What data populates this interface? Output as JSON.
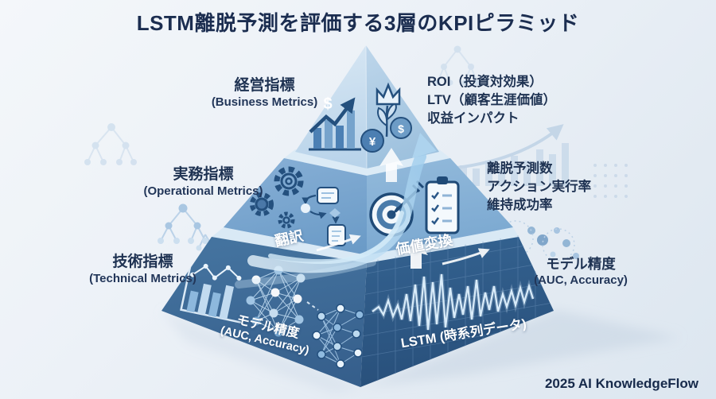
{
  "title": "LSTM離脱予測を評価する3層のKPIピラミッド",
  "footer": "2025 AI KnowledgeFlow",
  "colors": {
    "title_text": "#1b2d50",
    "label_text": "#1e3252",
    "top_layer": "#c3daed",
    "middle_layer": "#76a4ce",
    "bottom_layer_left": "#3d6c9e",
    "bottom_layer_right": "#2d5782",
    "swoosh": "#a8d2ee",
    "inner_text": "#ffffff"
  },
  "layers": [
    {
      "id": "business",
      "label_jp": "経営指標",
      "label_en": "(Business Metrics)",
      "kpis": [
        "ROI（投資対効果）",
        "LTV（顧客生涯価値）",
        "収益インパクト"
      ]
    },
    {
      "id": "operational",
      "label_jp": "実務指標",
      "label_en": "(Operational Metrics)",
      "kpis": [
        "離脱予測数",
        "アクション実行率",
        "維持成功率"
      ]
    },
    {
      "id": "technical",
      "label_jp": "技術指標",
      "label_en": "(Technical Metrics)",
      "kpis": [
        "モデル精度",
        "(AUC, Accuracy)"
      ]
    }
  ],
  "pyramid_inner": {
    "middle_left": "翻訳",
    "middle_right": "価値変換",
    "bottom_left_jp": "モデル精度",
    "bottom_left_en": "(AUC, Accuracy)",
    "bottom_right": "LSTM (時系列データ)"
  },
  "icons": {
    "dollar": "$",
    "yen": "¥"
  }
}
